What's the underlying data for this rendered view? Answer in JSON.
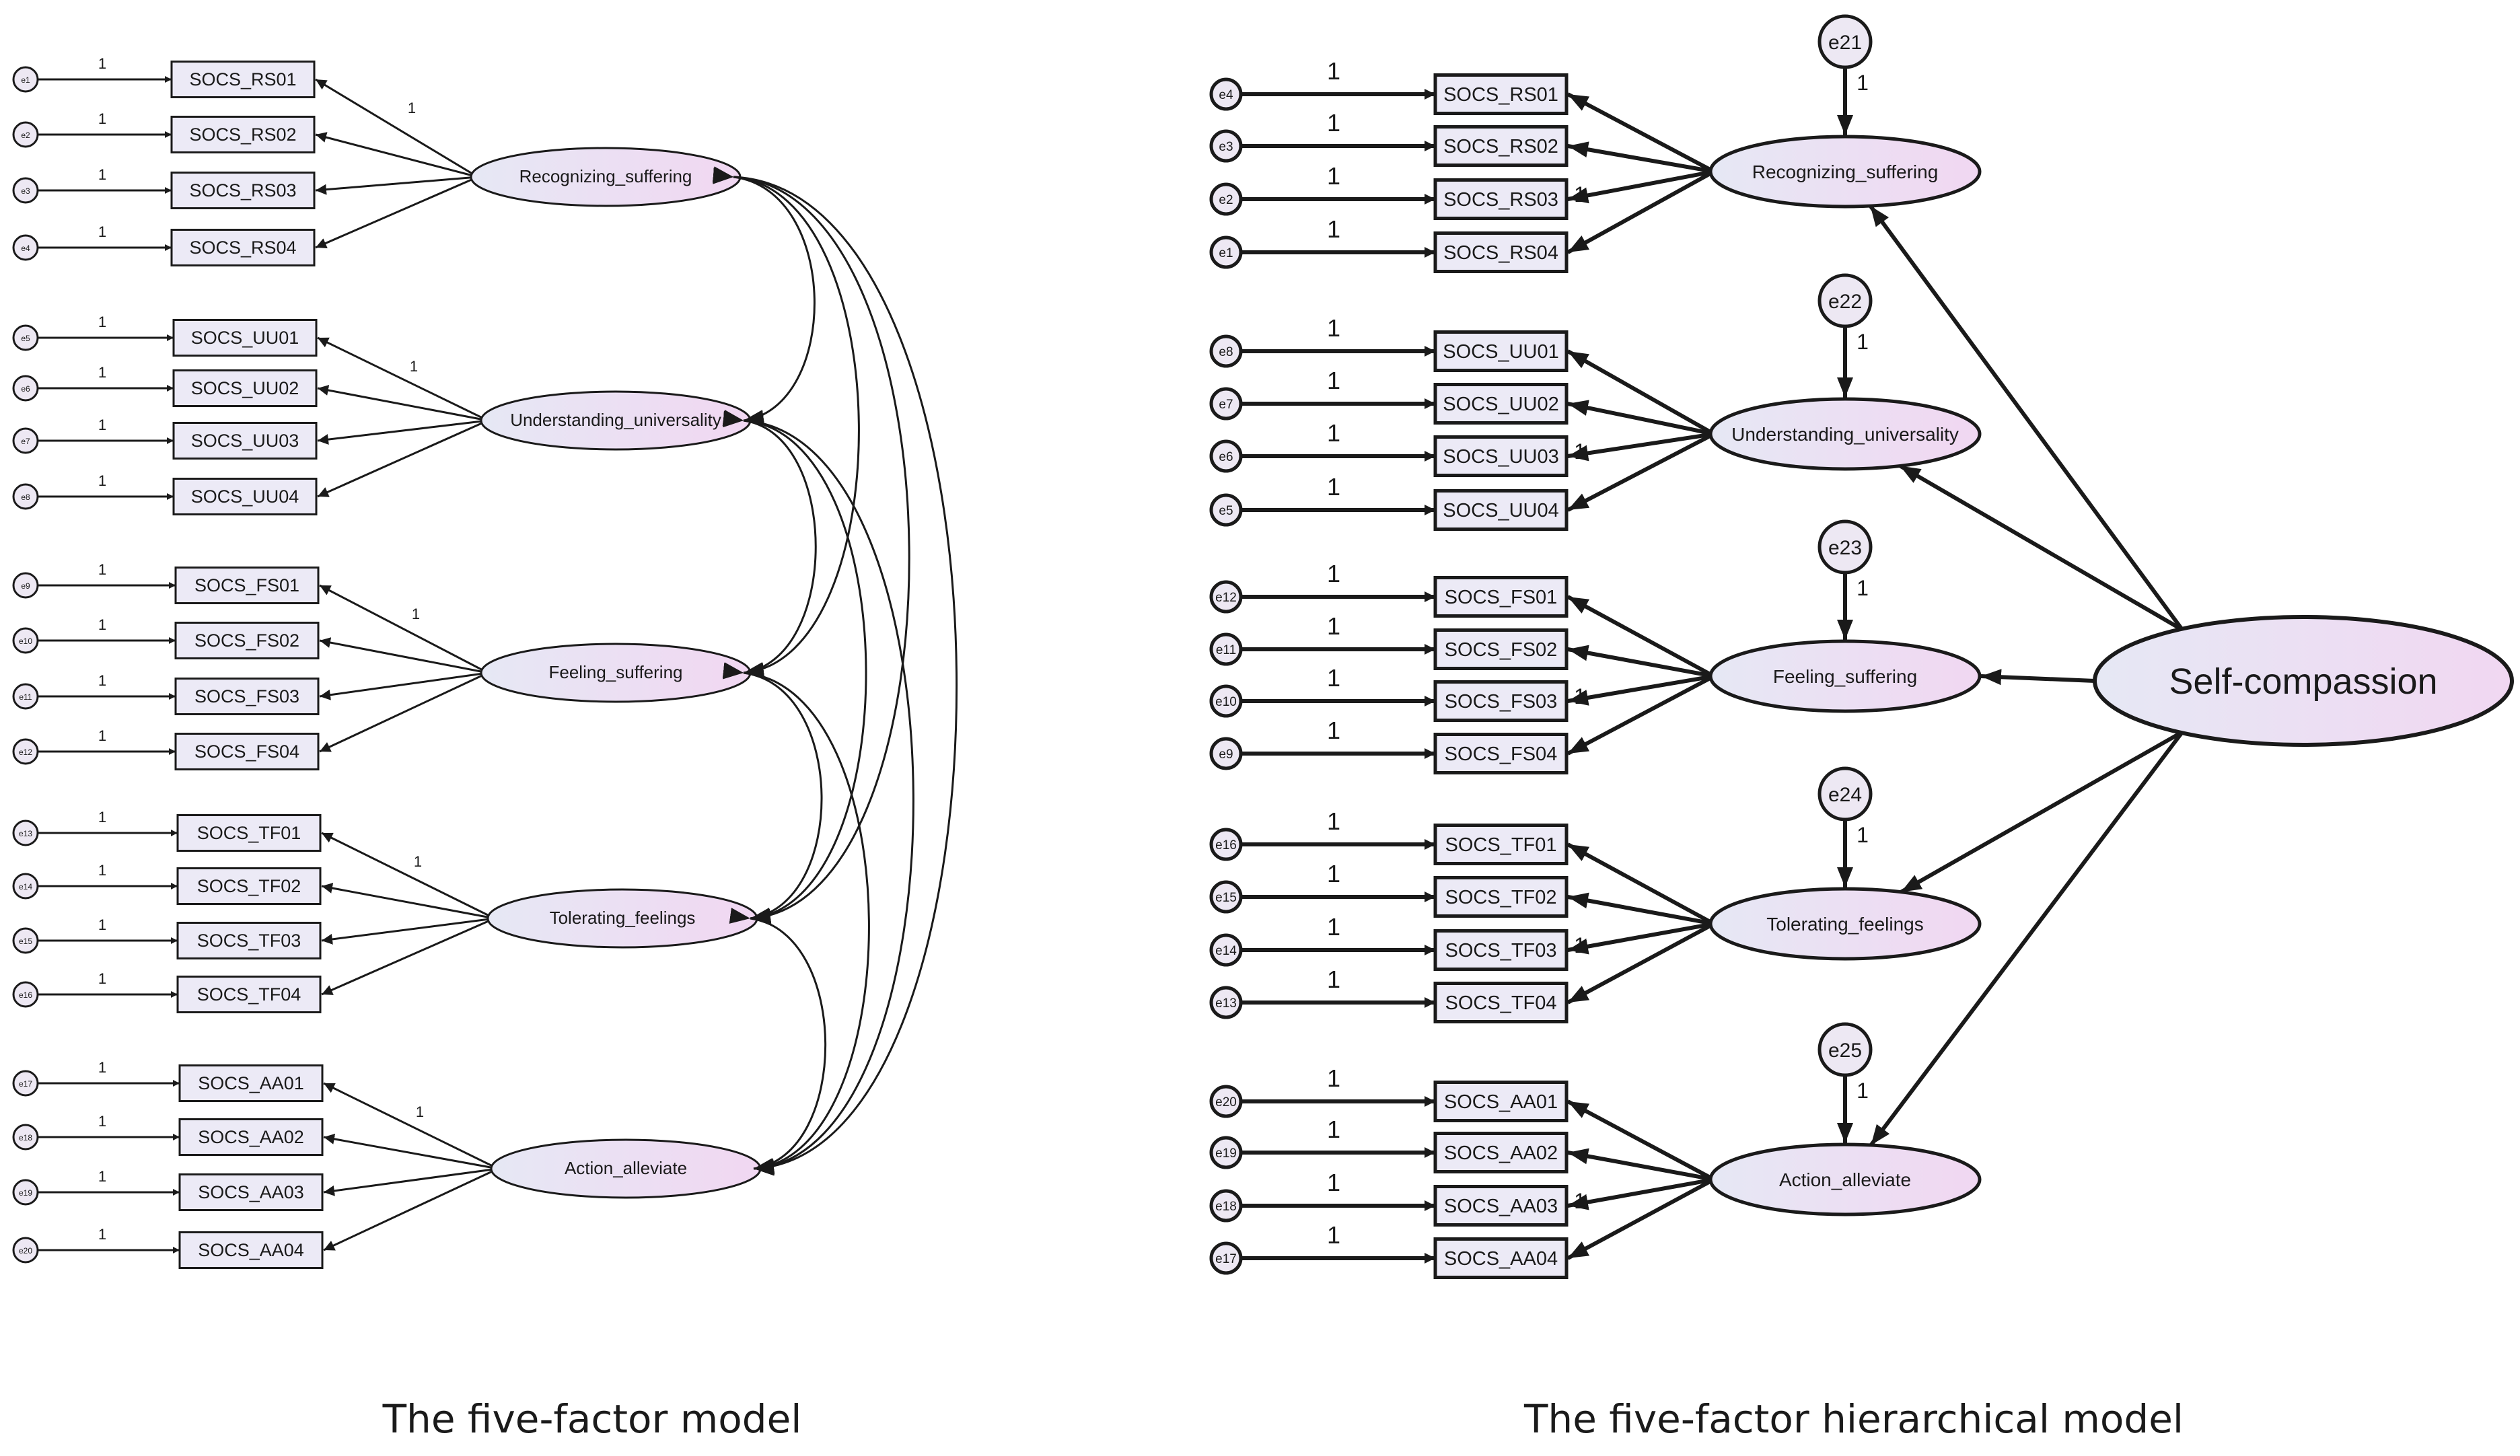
{
  "colors": {
    "line": "#1a1a1a",
    "box_fill": "#eceaf6",
    "ellipse_fill_start": "#e6e8f4",
    "ellipse_fill_end": "#f1d7f2",
    "error_fill": "#ede8f3"
  },
  "five_factor_model": {
    "caption": "The five-factor model",
    "factors": [
      {
        "name": "Recognizing_suffering",
        "items": [
          "SOCS_RS01",
          "SOCS_RS02",
          "SOCS_RS03",
          "SOCS_RS04"
        ],
        "errors": [
          "e1",
          "e2",
          "e3",
          "e4"
        ]
      },
      {
        "name": "Understanding_universality",
        "items": [
          "SOCS_UU01",
          "SOCS_UU02",
          "SOCS_UU03",
          "SOCS_UU04"
        ],
        "errors": [
          "e5",
          "e6",
          "e7",
          "e8"
        ]
      },
      {
        "name": "Feeling_suffering",
        "items": [
          "SOCS_FS01",
          "SOCS_FS02",
          "SOCS_FS03",
          "SOCS_FS04"
        ],
        "errors": [
          "e9",
          "e10",
          "e11",
          "e12"
        ]
      },
      {
        "name": "Tolerating_feelings",
        "items": [
          "SOCS_TF01",
          "SOCS_TF02",
          "SOCS_TF03",
          "SOCS_TF04"
        ],
        "errors": [
          "e13",
          "e14",
          "e15",
          "e16"
        ]
      },
      {
        "name": "Action_alleviate",
        "items": [
          "SOCS_AA01",
          "SOCS_AA02",
          "SOCS_AA03",
          "SOCS_AA04"
        ],
        "errors": [
          "e17",
          "e18",
          "e19",
          "e20"
        ]
      }
    ],
    "fixed_label": "1"
  },
  "hierarchical_model": {
    "caption": "The five-factor hierarchical model",
    "higher_factor": "Self-compassion",
    "factors": [
      {
        "name": "Recognizing_suffering",
        "disturbance": "e21",
        "items": [
          "SOCS_RS01",
          "SOCS_RS02",
          "SOCS_RS03",
          "SOCS_RS04"
        ],
        "errors": [
          "e4",
          "e3",
          "e2",
          "e1"
        ]
      },
      {
        "name": "Understanding_universality",
        "disturbance": "e22",
        "items": [
          "SOCS_UU01",
          "SOCS_UU02",
          "SOCS_UU03",
          "SOCS_UU04"
        ],
        "errors": [
          "e8",
          "e7",
          "e6",
          "e5"
        ]
      },
      {
        "name": "Feeling_suffering",
        "disturbance": "e23",
        "items": [
          "SOCS_FS01",
          "SOCS_FS02",
          "SOCS_FS03",
          "SOCS_FS04"
        ],
        "errors": [
          "e12",
          "e11",
          "e10",
          "e9"
        ]
      },
      {
        "name": "Tolerating_feelings",
        "disturbance": "e24",
        "items": [
          "SOCS_TF01",
          "SOCS_TF02",
          "SOCS_TF03",
          "SOCS_TF04"
        ],
        "errors": [
          "e16",
          "e15",
          "e14",
          "e13"
        ]
      },
      {
        "name": "Action_alleviate",
        "disturbance": "e25",
        "items": [
          "SOCS_AA01",
          "SOCS_AA02",
          "SOCS_AA03",
          "SOCS_AA04"
        ],
        "errors": [
          "e20",
          "e19",
          "e18",
          "e17"
        ]
      }
    ],
    "fixed_label": "1"
  }
}
